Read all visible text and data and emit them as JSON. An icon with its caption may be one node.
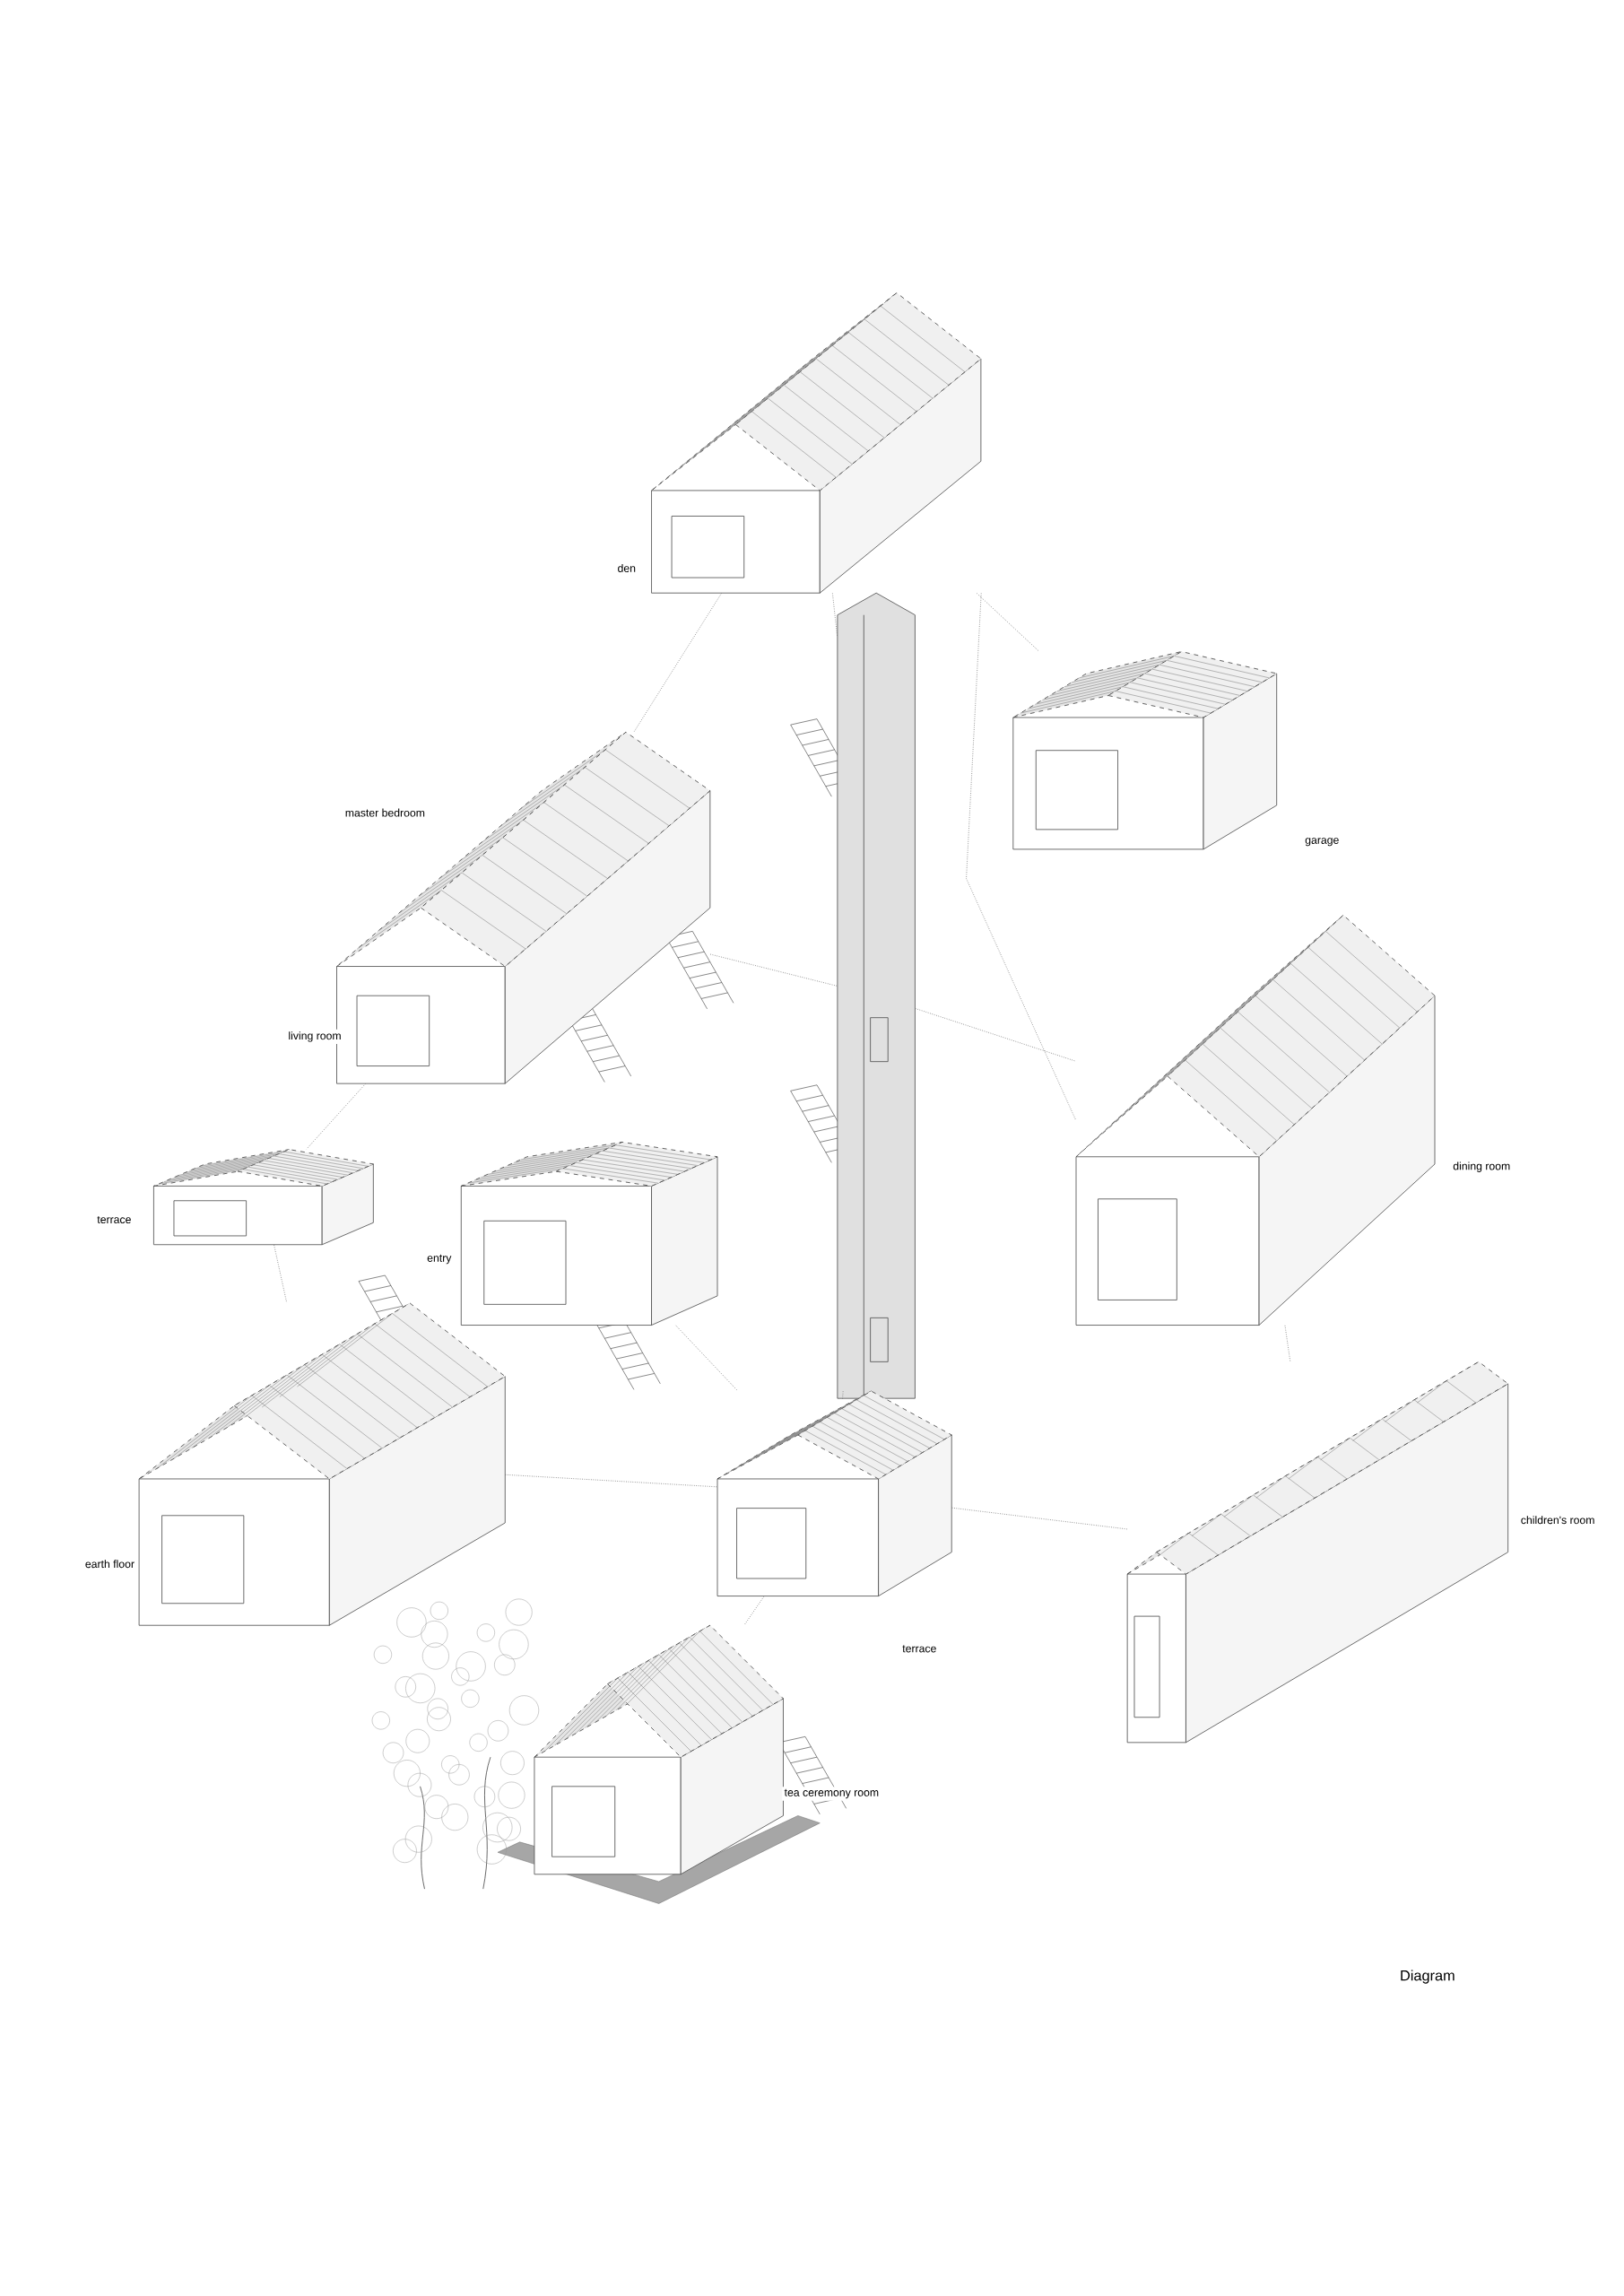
{
  "diagram": {
    "caption": "Diagram",
    "nodes": [
      {
        "text": [
          "den"
        ]
      },
      {
        "text": [],
        "shape": "box"
      },
      {
        "text": [
          "garage"
        ]
      },
      {
        "text": [
          "master bedroom",
          "living room"
        ]
      },
      {
        "text": [
          "dining room"
        ]
      },
      {
        "text": [
          "terrace"
        ]
      },
      {
        "text": [
          "entry"
        ]
      },
      {
        "text": [
          "earth floor"
        ]
      },
      {
        "text": [
          "children's room"
        ]
      },
      {
        "text": [
          "terrace"
        ]
      },
      {
        "text": [
          "tea ceremony room"
        ]
      }
    ],
    "edges": [
      {
        "from": 0,
        "to": 3,
        "arrow": "none",
        "style": "dashed"
      },
      {
        "from": 0,
        "to": 1,
        "arrow": "none",
        "style": "dashed"
      },
      {
        "from": 0,
        "to": 2,
        "arrow": "none",
        "style": "dashed"
      },
      {
        "from": 0,
        "to": 4,
        "arrow": "none",
        "style": "dashed"
      },
      {
        "from": 3,
        "to": 1,
        "arrow": "none",
        "style": "dashed"
      },
      {
        "from": 1,
        "to": 4,
        "arrow": "none",
        "style": "dashed"
      },
      {
        "from": 3,
        "to": 5,
        "arrow": "none",
        "style": "dashed"
      },
      {
        "from": 5,
        "to": 7,
        "arrow": "none",
        "style": "dashed"
      },
      {
        "from": 6,
        "to": 9,
        "arrow": "none",
        "style": "dashed"
      },
      {
        "from": 7,
        "to": 9,
        "arrow": "none",
        "style": "dashed"
      },
      {
        "from": 1,
        "to": 9,
        "arrow": "none",
        "style": "dashed"
      },
      {
        "from": 4,
        "to": 8,
        "arrow": "none",
        "style": "dashed"
      },
      {
        "from": 9,
        "to": 8,
        "arrow": "none",
        "style": "dashed"
      },
      {
        "from": 9,
        "to": 10,
        "arrow": "none",
        "style": "dashed"
      }
    ]
  }
}
